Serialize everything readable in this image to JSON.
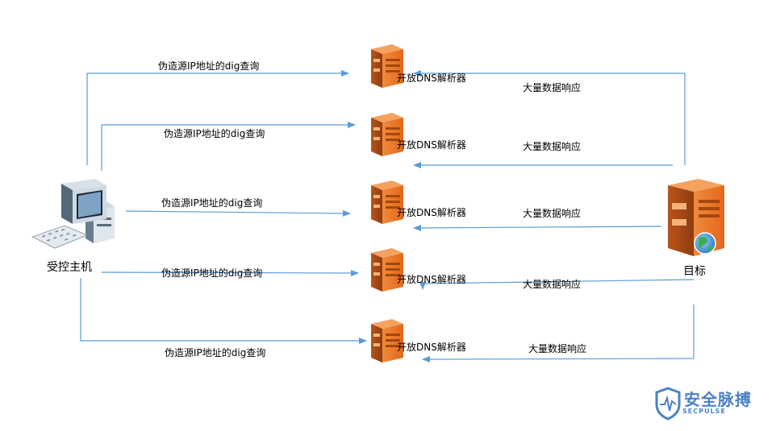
{
  "colors": {
    "arrow": "#5b9bd5",
    "server_orange": "#ec7c30",
    "logo_blue": "#4a82c6"
  },
  "controller": {
    "label": "受控主机",
    "icon": "desktop-computer-icon"
  },
  "target": {
    "label": "目标",
    "icon": "server-globe-icon"
  },
  "resolvers": [
    {
      "label": "开放DNS解析器",
      "query_label": "伪造源IP地址的dig查询",
      "response_label": "大量数据响应"
    },
    {
      "label": "开放DNS解析器",
      "query_label": "伪造源IP地址的dig查询",
      "response_label": "大量数据响应"
    },
    {
      "label": "开放DNS解析器",
      "query_label": "伪造源IP地址的dig查询",
      "response_label": "大量数据响应"
    },
    {
      "label": "开放DNS解析器",
      "query_label": "伪造源IP地址的dig查询",
      "response_label": "大量数据响应"
    },
    {
      "label": "开放DNS解析器",
      "query_label": "伪造源IP地址的dig查询",
      "response_label": "大量数据响应"
    }
  ],
  "logo": {
    "name": "安全脉搏",
    "sub": "SECPULSE",
    "icon": "shield-pulse-logo"
  }
}
